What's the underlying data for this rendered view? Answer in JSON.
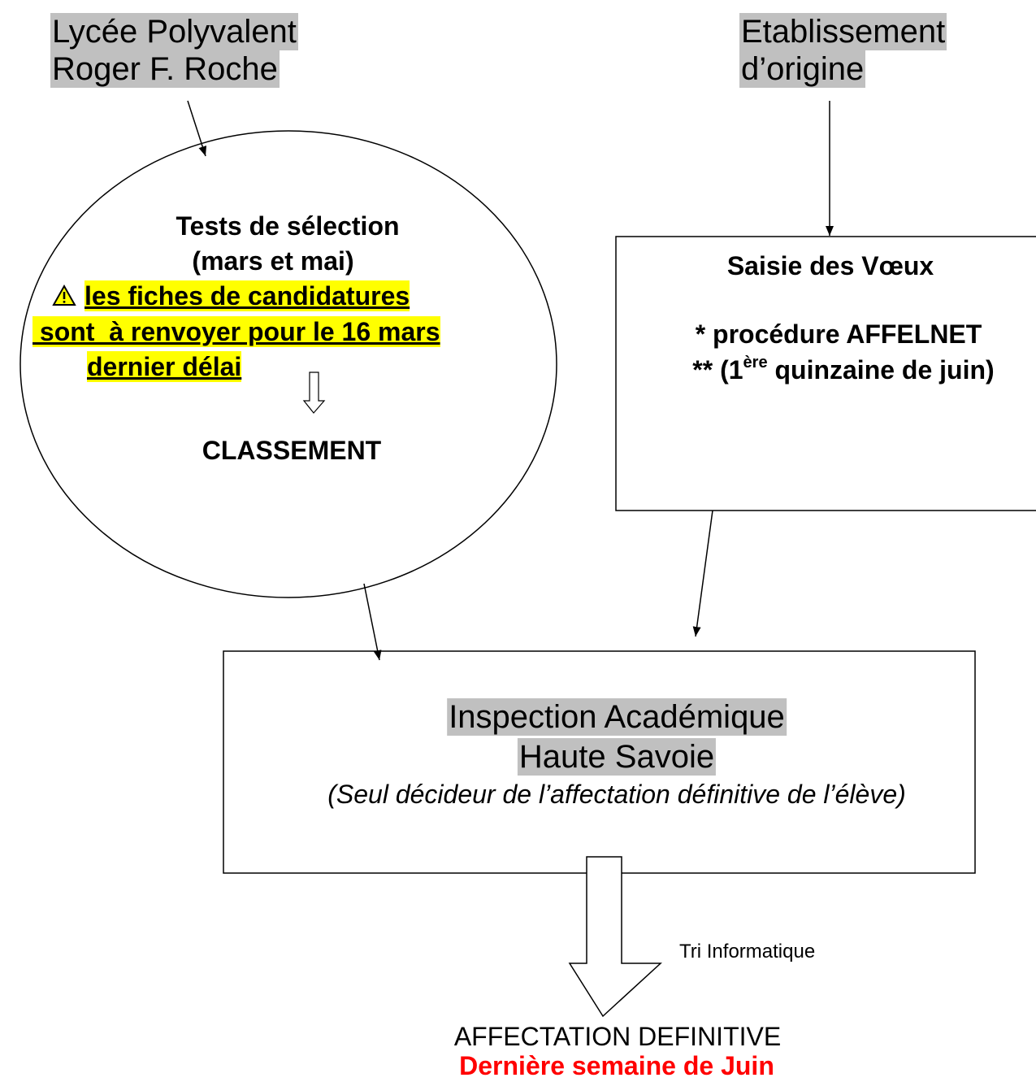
{
  "sources": {
    "lycee": {
      "line1": "Lycée Polyvalent",
      "line2": "Roger F. Roche"
    },
    "etablissement": {
      "line1": "Etablissement",
      "line2": "d’origine"
    }
  },
  "selection": {
    "title": "Tests de sélection",
    "period": "(mars et mai)",
    "warning_line1": "les fiches de candidatures",
    "warning_line2": " sont  à renvoyer pour le 16 mars",
    "warning_line3": "dernier délai",
    "ranking": "CLASSEMENT"
  },
  "voeux": {
    "title": "Saisie des Vœux",
    "procedure": "* procédure AFFELNET",
    "period_prefix": "** (1",
    "period_sup": "ère",
    "period_suffix": " quinzaine de juin)"
  },
  "inspection": {
    "line1": "Inspection Académique",
    "line2": "Haute Savoie",
    "note": "(Seul décideur de l’affectation définitive de l’élève)"
  },
  "sorting": {
    "label": "Tri Informatique"
  },
  "result": {
    "title": "AFFECTATION DEFINITIVE",
    "date": "Dernière semaine de Juin"
  },
  "colors": {
    "label_highlight": "#c0c0c0",
    "warning_highlight": "#ffff00",
    "deadline_text": "#ff0000",
    "warning_icon_fill": "#ffff00"
  },
  "icons": {
    "warning": "warning-triangle-icon",
    "hollow_arrow": "hollow-down-arrow-icon"
  }
}
